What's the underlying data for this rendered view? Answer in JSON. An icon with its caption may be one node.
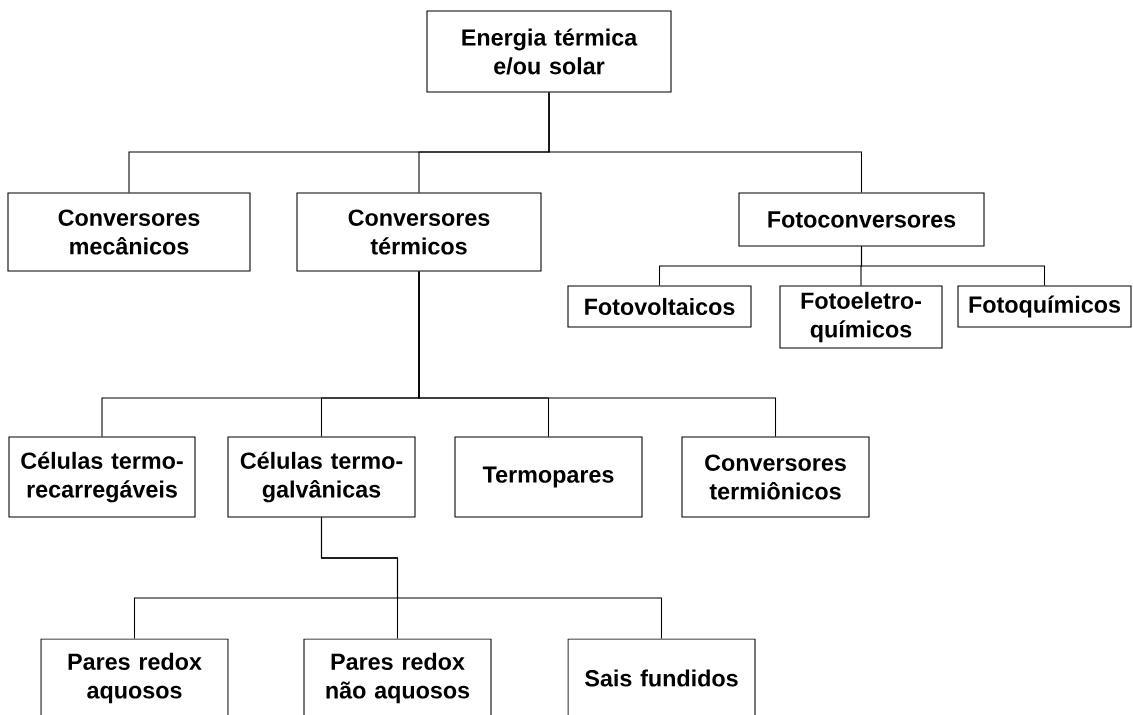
{
  "diagram": {
    "nodes": [
      {
        "text": [
          "Energia térmica e/ou solar"
        ]
      },
      {
        "text": [
          "Conversores mecânicos"
        ]
      },
      {
        "text": [
          "Conversores térmicos"
        ]
      },
      {
        "text": [
          "Fotoconversores"
        ]
      },
      {
        "text": [
          "Fotovoltaicos"
        ]
      },
      {
        "text": [
          "Fotoeletro-químicos"
        ]
      },
      {
        "text": [
          "Fotoquímicos"
        ]
      },
      {
        "text": [
          "Células termo-recarregáveis"
        ]
      },
      {
        "text": [
          "Células termo-galvânicas"
        ]
      },
      {
        "text": [
          "Termopares"
        ]
      },
      {
        "text": [
          "Conversores termiônicos"
        ]
      },
      {
        "text": [
          "Pares redox aquosos"
        ]
      },
      {
        "text": [
          "Pares redox não aquosos"
        ]
      },
      {
        "text": [
          "Sais fundidos"
        ]
      }
    ],
    "edges": [
      {
        "from": 0,
        "to": 1,
        "arrow": "none"
      },
      {
        "from": 0,
        "to": 2,
        "arrow": "none"
      },
      {
        "from": 0,
        "to": 3,
        "arrow": "none"
      },
      {
        "from": 3,
        "to": 4,
        "arrow": "none"
      },
      {
        "from": 3,
        "to": 5,
        "arrow": "none"
      },
      {
        "from": 3,
        "to": 6,
        "arrow": "none"
      },
      {
        "from": 2,
        "to": 7,
        "arrow": "none"
      },
      {
        "from": 2,
        "to": 8,
        "arrow": "none"
      },
      {
        "from": 2,
        "to": 9,
        "arrow": "none"
      },
      {
        "from": 2,
        "to": 10,
        "arrow": "none"
      },
      {
        "from": 8,
        "to": 11,
        "arrow": "none"
      },
      {
        "from": 8,
        "to": 12,
        "arrow": "none"
      },
      {
        "from": 8,
        "to": 13,
        "arrow": "none"
      }
    ]
  }
}
